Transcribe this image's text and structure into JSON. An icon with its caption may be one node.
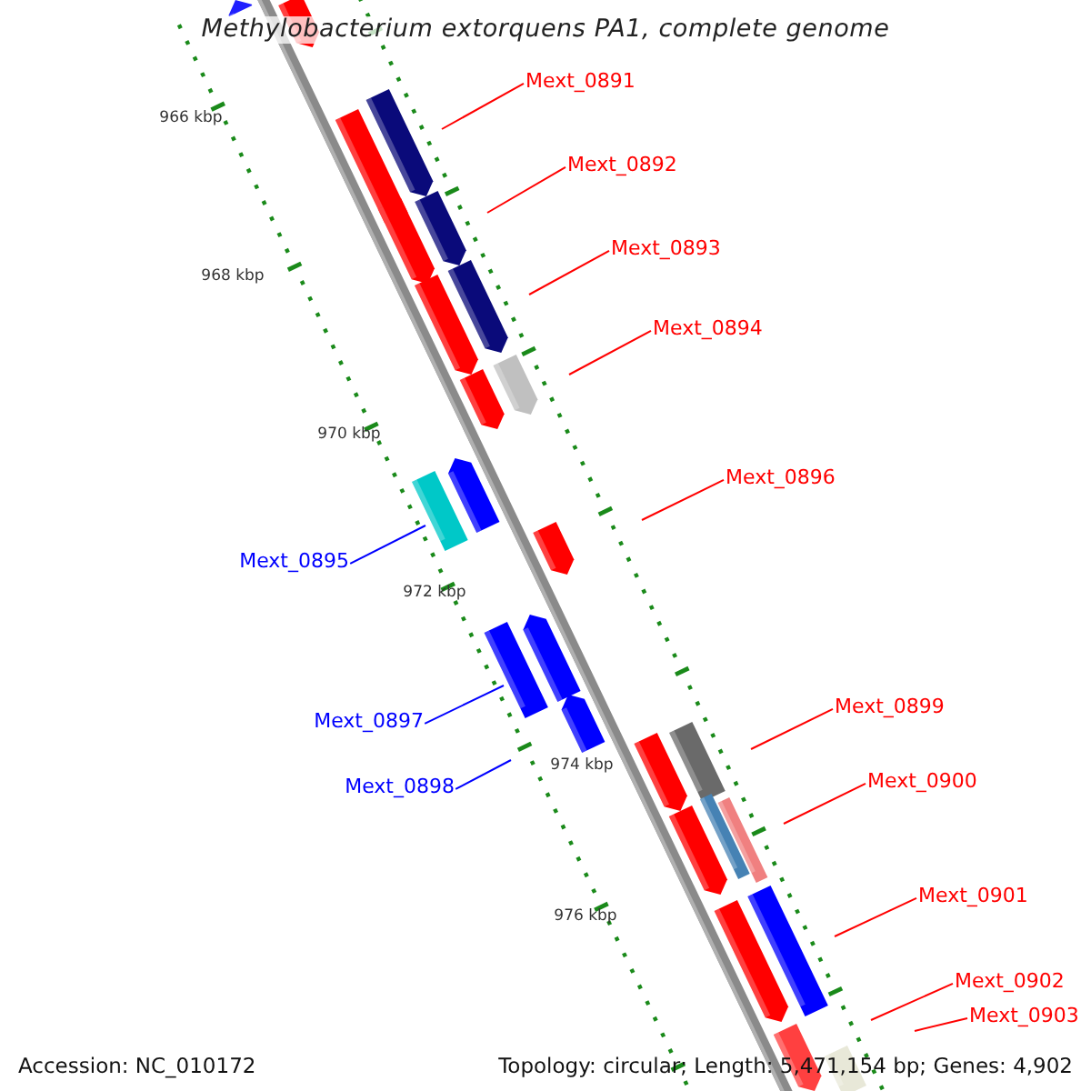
{
  "diagram": {
    "title": "Methylobacterium extorquens PA1, complete genome",
    "nodes": [
      {
        "text": [
          "Mext_0891"
        ]
      },
      {
        "text": [
          "Mext_0892"
        ]
      },
      {
        "text": [
          "Mext_0893"
        ]
      },
      {
        "text": [
          "Mext_0894"
        ]
      },
      {
        "text": [
          "Mext_0895"
        ]
      },
      {
        "text": [
          "Mext_0896"
        ]
      },
      {
        "text": [
          "Mext_0897"
        ]
      },
      {
        "text": [
          "Mext_0898"
        ]
      },
      {
        "text": [
          "Mext_0899"
        ]
      },
      {
        "text": [
          "Mext_0900"
        ]
      },
      {
        "text": [
          "Mext_0901"
        ]
      },
      {
        "text": [
          "Mext_0902"
        ]
      },
      {
        "text": [
          "Mext_0903"
        ]
      }
    ],
    "edges": [
      {
        "from": 0,
        "to": null,
        "arrow": "none"
      },
      {
        "from": 1,
        "to": null,
        "arrow": "none"
      },
      {
        "from": 2,
        "to": null,
        "arrow": "none"
      },
      {
        "from": 3,
        "to": null,
        "arrow": "none"
      },
      {
        "from": 4,
        "to": null,
        "arrow": "none",
        "color": "#0000ff"
      },
      {
        "from": 5,
        "to": null,
        "arrow": "none"
      },
      {
        "from": 6,
        "to": null,
        "arrow": "none",
        "color": "#0000ff"
      },
      {
        "from": 7,
        "to": null,
        "arrow": "none",
        "color": "#0000ff"
      },
      {
        "from": 8,
        "to": null,
        "arrow": "none"
      },
      {
        "from": 9,
        "to": null,
        "arrow": "none"
      },
      {
        "from": 10,
        "to": null,
        "arrow": "none"
      },
      {
        "from": 11,
        "to": null,
        "arrow": "none"
      },
      {
        "from": 12,
        "to": null,
        "arrow": "none"
      }
    ],
    "labels": [
      "966 kbp",
      "968 kbp",
      "970 kbp",
      "972 kbp",
      "974 kbp",
      "976 kbp",
      "Accession: NC_010172",
      "Topology: circular; Length: 5,471,154 bp; Genes: 4,902"
    ]
  }
}
